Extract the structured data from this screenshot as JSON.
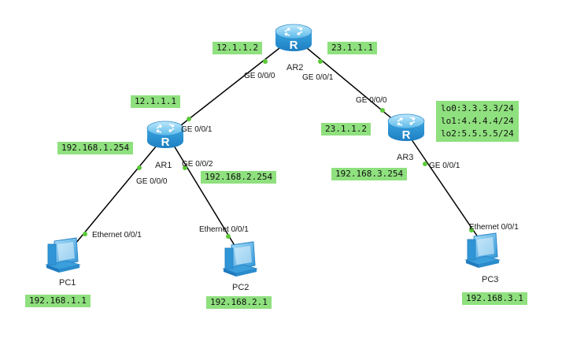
{
  "devices": {
    "ar1": "AR1",
    "ar2": "AR2",
    "ar3": "AR3",
    "pc1": "PC1",
    "pc2": "PC2",
    "pc3": "PC3"
  },
  "ports": {
    "ar2_ge000": "GE 0/0/0",
    "ar2_ge001": "GE 0/0/1",
    "ar1_ge001": "GE 0/0/1",
    "ar1_ge000": "GE 0/0/0",
    "ar1_ge002": "GE 0/0/2",
    "ar3_ge000": "GE 0/0/0",
    "ar3_ge001": "GE 0/0/1",
    "pc1_eth": "Ethernet 0/0/1",
    "pc2_eth": "Ethernet 0/0/1",
    "pc3_eth": "Ethernet 0/0/1"
  },
  "ips": {
    "ar2_left": "12.1.1.2",
    "ar2_right": "23.1.1.1",
    "ar1_up": "12.1.1.1",
    "ar1_lan1": "192.168.1.254",
    "ar1_lan2": "192.168.2.254",
    "ar3_up": "23.1.1.2",
    "ar3_lan": "192.168.3.254",
    "pc1": "192.168.1.1",
    "pc2": "192.168.2.1",
    "pc3": "192.168.3.1"
  },
  "loopbacks": [
    "lo0:3.3.3.3/24",
    "lo1:4.4.4.4/24",
    "lo2:5.5.5.5/24"
  ],
  "colors": {
    "label_bg": "#8fe07e",
    "port_dot": "#5cc93a",
    "router_body": "#4fb0e6",
    "pc_body": "#52b6ec"
  }
}
